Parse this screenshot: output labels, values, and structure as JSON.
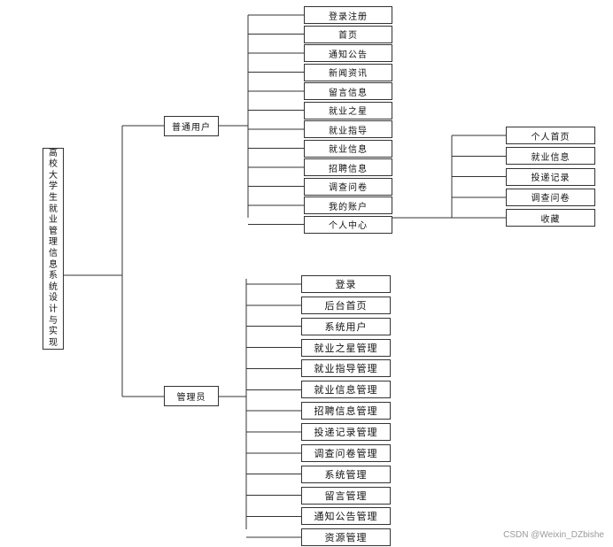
{
  "root": {
    "label": "高校大学生就业管理信息系统设计与实现"
  },
  "user": {
    "label": "普通用户",
    "items": [
      "登录注册",
      "首页",
      "通知公告",
      "新闻资讯",
      "留言信息",
      "就业之星",
      "就业指导",
      "就业信息",
      "招聘信息",
      "调查问卷",
      "我的账户",
      "个人中心"
    ]
  },
  "personal": {
    "items": [
      "个人首页",
      "就业信息",
      "投递记录",
      "调查问卷",
      "收藏"
    ]
  },
  "admin": {
    "label": "管理员",
    "items": [
      "登录",
      "后台首页",
      "系统用户",
      "就业之星管理",
      "就业指导管理",
      "就业信息管理",
      "招聘信息管理",
      "投递记录管理",
      "调查问卷管理",
      "系统管理",
      "留言管理",
      "通知公告管理",
      "资源管理"
    ]
  },
  "watermark": "CSDN @Weixin_DZbishe"
}
